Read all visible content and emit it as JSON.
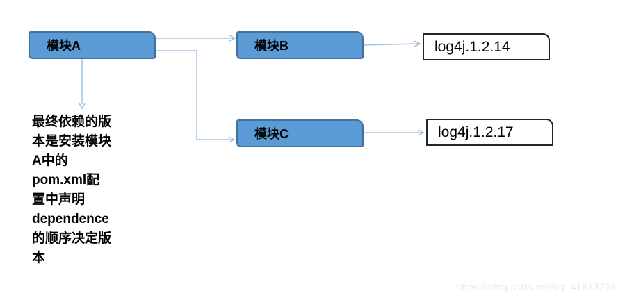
{
  "diagram": {
    "module_a": {
      "label": "模块A"
    },
    "module_b": {
      "label": "模块B"
    },
    "module_c": {
      "label": "模块C"
    },
    "version_b": {
      "label": "log4j.1.2.14"
    },
    "version_c": {
      "label": "log4j.1.2.17"
    },
    "note": {
      "text": "最终依赖的版\n本是安装模块\nA中的\npom.xml配\n置中声明\ndependence\n的顺序决定版\n本"
    },
    "watermark": "https://blog.csdn.net/qq_41813208"
  },
  "colors": {
    "module_fill": "#5b9bd5",
    "module_border": "#41719c",
    "connector": "#9dc3e6",
    "version_border": "#262626",
    "text": "#000000",
    "watermark": "#e9e9e9"
  }
}
